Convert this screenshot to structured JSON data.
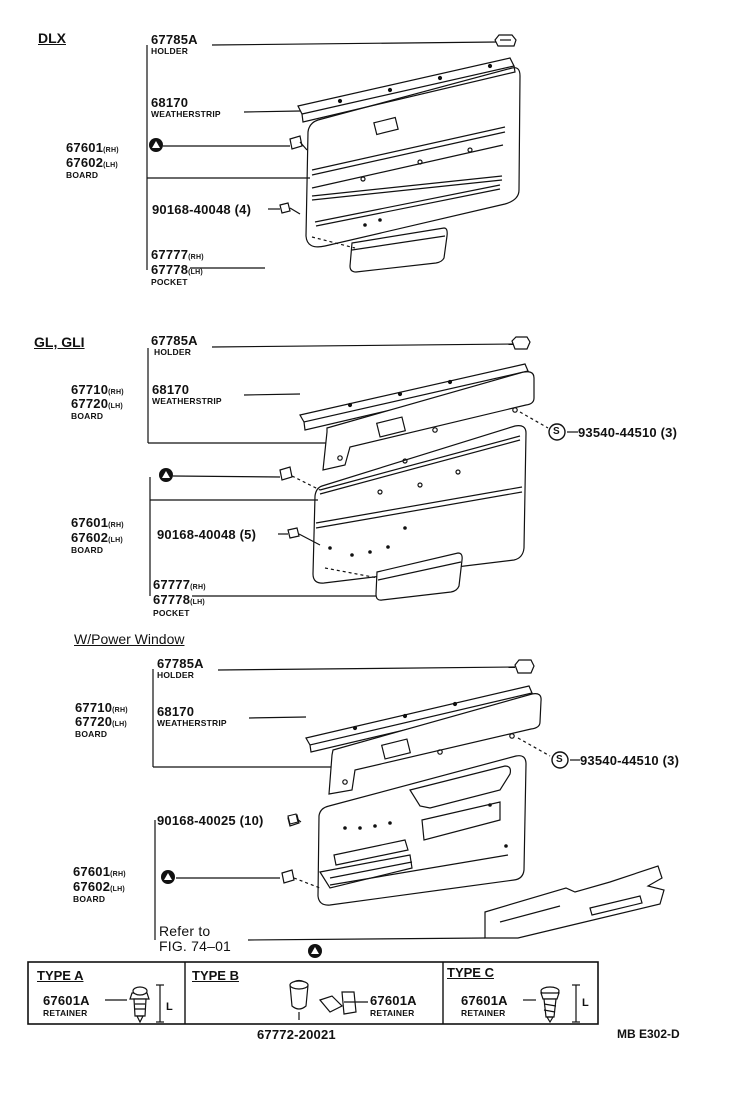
{
  "sections": {
    "dlx": "DLX",
    "gl": "GL, GLI",
    "pw": "W/Power Window"
  },
  "labels": {
    "holder_pn": "67785A",
    "holder_name": "HOLDER",
    "weatherstrip_pn": "68170",
    "weatherstrip_name": "WEATHERSTRIP",
    "board_rh_pn": "67601",
    "board_lh_pn": "67602",
    "board_name": "BOARD",
    "board2_rh_pn": "67710",
    "board2_lh_pn": "67720",
    "rh": "(RH)",
    "lh": "(LH)",
    "screw_dlx": "90168-40048 (4)",
    "screw_gl": "90168-40048 (5)",
    "screw_pw": "90168-40025 (10)",
    "pocket_rh_pn": "67777",
    "pocket_lh_pn": "67778",
    "pocket_name": "POCKET",
    "clip_s": "93540-44510 (3)",
    "refer_1": "Refer to",
    "refer_2": "FIG. 74–01"
  },
  "types": {
    "a": "TYPE A",
    "b": "TYPE B",
    "c": "TYPE C",
    "retainer_pn": "67601A",
    "retainer_name": "RETAINER",
    "dim_l": "L",
    "b_part": "67772-20021"
  },
  "symbols": {
    "s": "S"
  },
  "footer": {
    "code": "MB E302-D"
  }
}
